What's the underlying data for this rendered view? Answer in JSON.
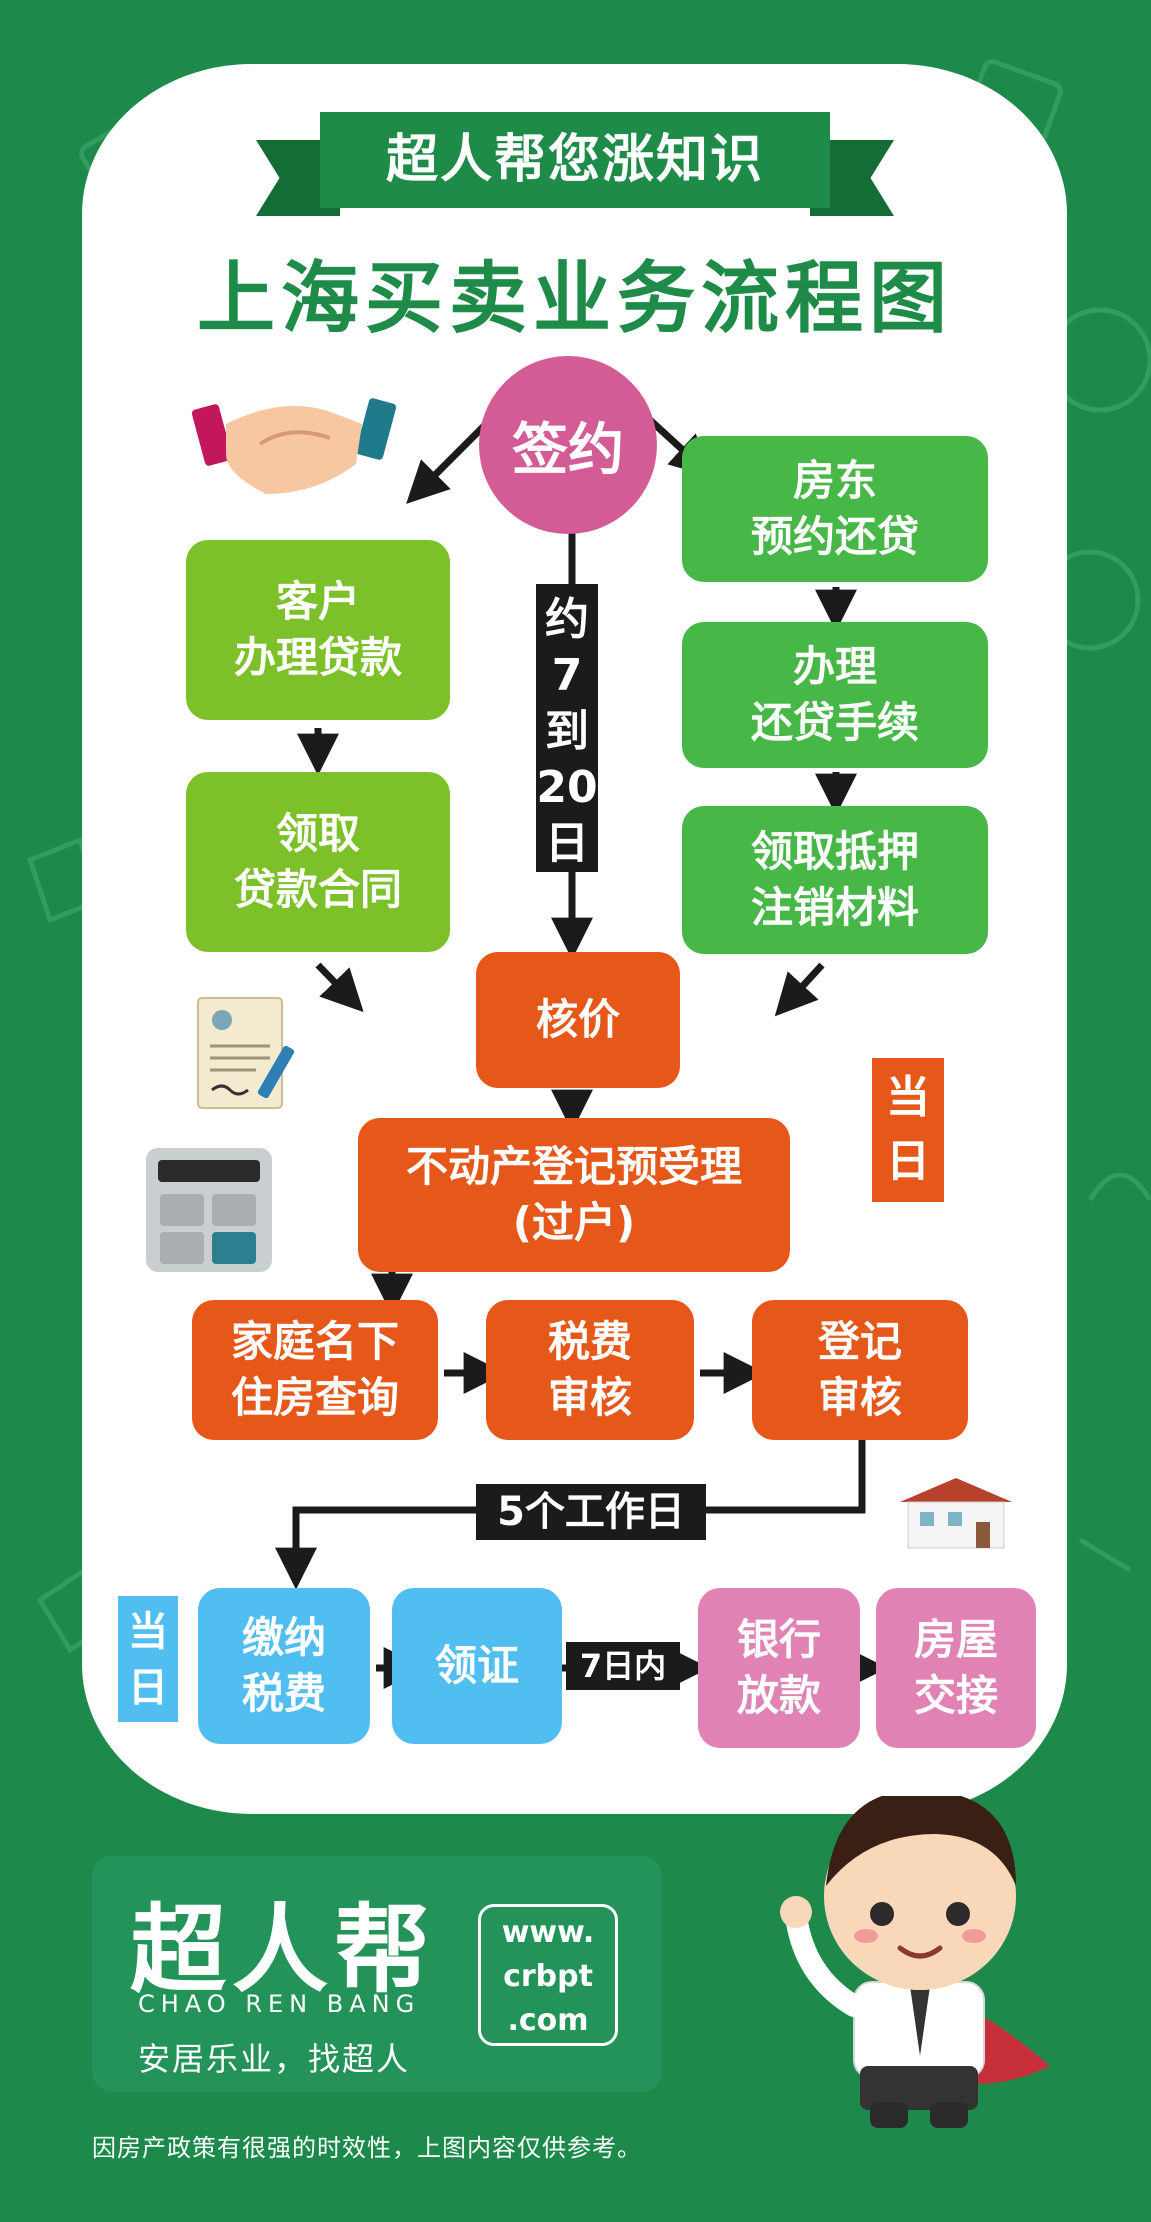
{
  "header": {
    "banner": "超人帮您涨知识",
    "title": "上海买卖业务流程图"
  },
  "flow": {
    "start": "签约",
    "buyer_steps": [
      "客户\n办理贷款",
      "领取\n贷款合同"
    ],
    "seller_steps": [
      "房东\n预约还贷",
      "办理\n还贷手续",
      "领取抵押\n注销材料"
    ],
    "duration_label": "约\n7\n到\n20\n日",
    "price_check": "核价",
    "pre_registration": "不动产登记预受理\n(过户)",
    "same_day_1": "当\n日",
    "checks": [
      "家庭名下\n住房查询",
      "税费\n审核",
      "登记\n审核"
    ],
    "workdays_label": "5个工作日",
    "same_day_2": "当\n日",
    "final_steps": [
      "缴纳\n税费",
      "领证",
      "银行\n放款",
      "房屋\n交接"
    ],
    "within_7_days": "7日内"
  },
  "brand": {
    "logo": "超人帮",
    "logo_en": "CHAO REN BANG",
    "slogan": "安居乐业，找超人",
    "url": "www.\ncrbpt\n.com"
  },
  "footer": {
    "disclaimer": "因房产政策有很强的时效性，上图内容仅供参考。"
  },
  "colors": {
    "background": "#1d8a4c",
    "start_circle": "#d35c96",
    "buyer": "#7dc12a",
    "seller": "#47b748",
    "registration": "#e6571a",
    "payment": "#51bef1",
    "bank": "#e082b4"
  }
}
